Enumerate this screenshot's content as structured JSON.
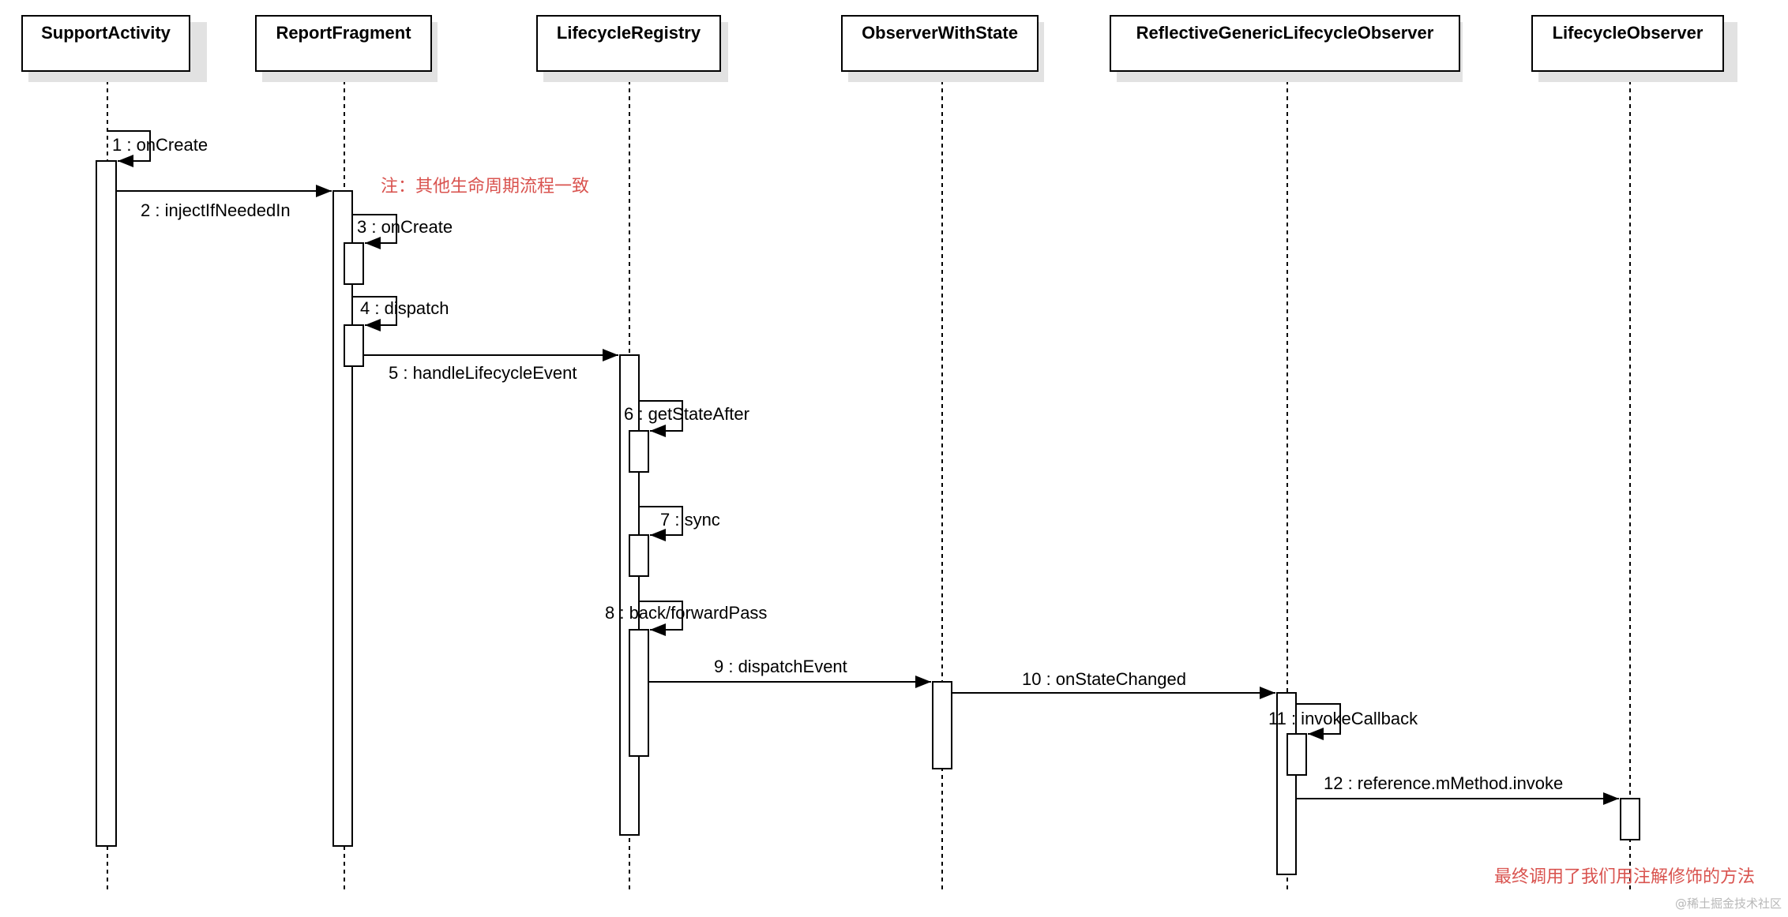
{
  "participants": [
    {
      "id": "support_activity",
      "name": "SupportActivity"
    },
    {
      "id": "report_fragment",
      "name": "ReportFragment"
    },
    {
      "id": "lifecycle_registry",
      "name": "LifecycleRegistry"
    },
    {
      "id": "observer_with_state",
      "name": "ObserverWithState"
    },
    {
      "id": "reflective_observer",
      "name": "ReflectiveGenericLifecycleObserver"
    },
    {
      "id": "lifecycle_observer",
      "name": "LifecycleObserver"
    }
  ],
  "messages": [
    {
      "seq": 1,
      "label": "1 : onCreate",
      "from": "support_activity",
      "to": "support_activity"
    },
    {
      "seq": 2,
      "label": "2 : injectIfNeededIn",
      "from": "support_activity",
      "to": "report_fragment"
    },
    {
      "seq": 3,
      "label": "3 : onCreate",
      "from": "report_fragment",
      "to": "report_fragment"
    },
    {
      "seq": 4,
      "label": "4 : dispatch",
      "from": "report_fragment",
      "to": "report_fragment"
    },
    {
      "seq": 5,
      "label": "5 : handleLifecycleEvent",
      "from": "report_fragment",
      "to": "lifecycle_registry"
    },
    {
      "seq": 6,
      "label": "6 : getStateAfter",
      "from": "lifecycle_registry",
      "to": "lifecycle_registry"
    },
    {
      "seq": 7,
      "label": "7 : sync",
      "from": "lifecycle_registry",
      "to": "lifecycle_registry"
    },
    {
      "seq": 8,
      "label": "8 : back/forwardPass",
      "from": "lifecycle_registry",
      "to": "lifecycle_registry"
    },
    {
      "seq": 9,
      "label": "9 : dispatchEvent",
      "from": "lifecycle_registry",
      "to": "observer_with_state"
    },
    {
      "seq": 10,
      "label": "10 : onStateChanged",
      "from": "observer_with_state",
      "to": "reflective_observer"
    },
    {
      "seq": 11,
      "label": "11 : invokeCallback",
      "from": "reflective_observer",
      "to": "reflective_observer"
    },
    {
      "seq": 12,
      "label": "12 : reference.mMethod.invoke",
      "from": "reflective_observer",
      "to": "lifecycle_observer"
    }
  ],
  "notes": {
    "top": "注：其他生命周期流程一致",
    "bottom": "最终调用了我们用注解修饰的方法"
  },
  "watermark": "@稀土掘金技术社区",
  "colors": {
    "line": "#000000",
    "note": "#d9534f",
    "shadow": "#e2e2e2",
    "watermark": "#b8b8b8"
  }
}
